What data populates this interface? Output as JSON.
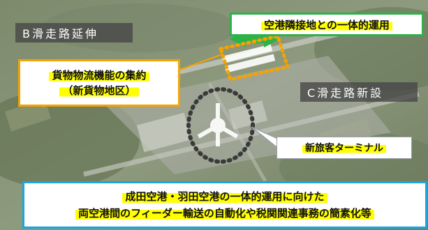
{
  "labels": {
    "runway_b": "B滑走路延伸",
    "runway_c": "C滑走路新設"
  },
  "callouts": {
    "adjacent_use": "空港隣接地との一体的運用",
    "cargo_line1": "貨物物流機能の集約",
    "cargo_line2": "（新貨物地区）",
    "terminal": "新旅客ターミナル",
    "bottom_line1": "成田空港・羽田空港の一体的運用に向けた",
    "bottom_line2": "両空港間のフィーダー輸送の自動化や税関関連事務の簡素化等"
  },
  "colors": {
    "green_accent": "#2db24a",
    "orange_accent": "#f5a300",
    "blue_accent": "#1aa7de",
    "highlight": "#ffff00"
  }
}
